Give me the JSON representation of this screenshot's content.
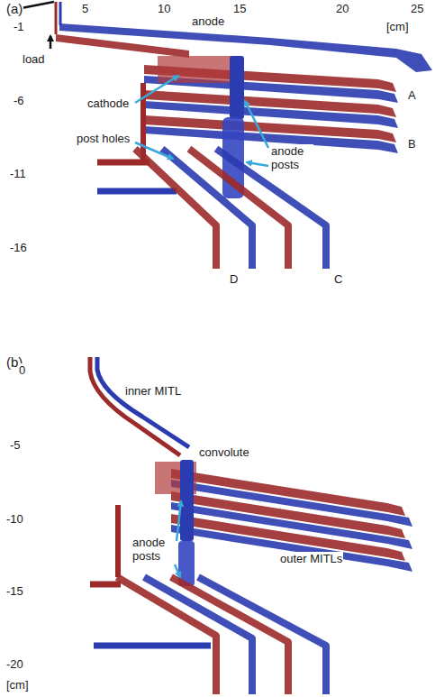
{
  "diagram": {
    "labels": [
      "(a)",
      "5",
      "10",
      "15",
      "20",
      "25",
      "[cm]",
      "-1",
      "-6",
      "-11",
      "-16",
      "load",
      "anode",
      "cathode",
      "post holes",
      "anode posts",
      "A",
      "B",
      "D",
      "C",
      "(b)",
      "0",
      "-5",
      "-10",
      "-15",
      "-20",
      "[cm]",
      "inner MITL",
      "convolute",
      "outer MITLs",
      "anode posts"
    ]
  }
}
